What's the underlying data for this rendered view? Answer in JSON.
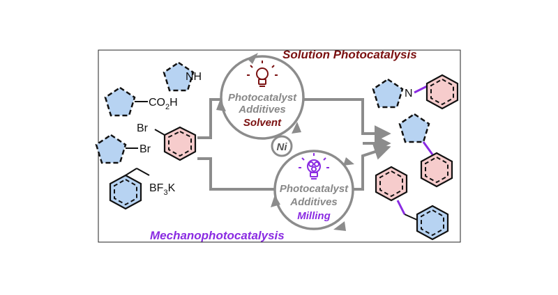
{
  "titles": {
    "solution": "Solution Photocatalysis",
    "mechano": "Mechanophotocatalysis"
  },
  "reagents": {
    "amine_label": "NH",
    "acid_label": "CO",
    "acid_sub": "2",
    "acid_tail": "H",
    "aryl_br_label": "Br",
    "alkyl_br_label": "Br",
    "bf3k_pre": "BF",
    "bf3k_sub": "3",
    "bf3k_tail": "K"
  },
  "solution_cycle": {
    "line1": "Photocatalyst",
    "line2": "Additives",
    "line3": "Solvent"
  },
  "mechano_cycle": {
    "line1": "Photocatalyst",
    "line2": "Additives",
    "line3": "Milling"
  },
  "nickel_label": "Ni",
  "products": {
    "amine_n": "N"
  },
  "icons": [
    "lightbulb-icon",
    "lightbulb-grid-icon",
    "cycle-arrow-icon"
  ],
  "colors": {
    "solution_accent": "#7a1010",
    "mechano_accent": "#8a2be2",
    "arrow_gray": "#8c8c8c",
    "text_gray": "#888888",
    "blue_fill": "#b7d3f2",
    "pink_fill": "#f6cccc",
    "bond_purple": "#8a2be2"
  }
}
